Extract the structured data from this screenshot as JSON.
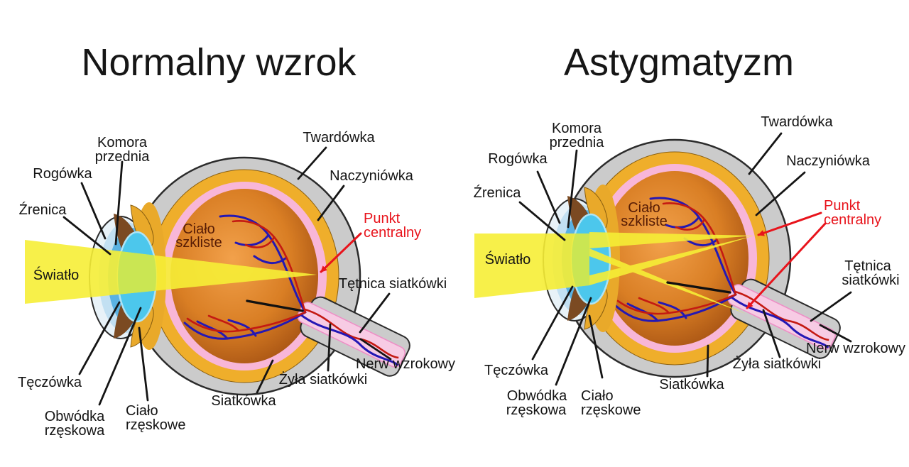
{
  "figure": {
    "panels": [
      {
        "title": "Normalny wzrok",
        "labels": {
          "komora_przednia": [
            "Komora",
            "przednia"
          ],
          "rogowka": "Rogówka",
          "zrenica": "Źrenica",
          "swiatlo": "Światło",
          "cialo_szkliste": [
            "Ciało",
            "szkliste"
          ],
          "twardowka": "Twardówka",
          "naczyniowka": "Naczyniówka",
          "punkt_centralny": [
            "Punkt",
            "centralny"
          ],
          "tetnica_siatkowki": [
            "Tętnica siatkówki"
          ],
          "nerw_wzrokowy": "Nerw wzrokowy",
          "zyla_siatkowki": "Żyła siatkówki",
          "siatkowka": "Siatkówka",
          "teczowka": "Tęczówka",
          "obwodka_rzeskowa": [
            "Obwódka",
            "rzęskowa"
          ],
          "cialo_rzeskowe": [
            "Ciało",
            "rzęskowe"
          ]
        }
      },
      {
        "title": "Astygmatyzm",
        "labels": {
          "komora_przednia": [
            "Komora",
            "przednia"
          ],
          "rogowka": "Rogówka",
          "zrenica": "Źrenica",
          "swiatlo": "Światło",
          "cialo_szkliste": [
            "Ciało",
            "szkliste"
          ],
          "twardowka": "Twardówka",
          "naczyniowka": "Naczyniówka",
          "punkt_centralny": [
            "Punkt",
            "centralny"
          ],
          "tetnica_siatkowki": [
            "Tętnica",
            "siatkówki"
          ],
          "nerw_wzrokowy": "Nerw wzrokowy",
          "zyla_siatkowki": "Żyła siatkówki",
          "siatkowka": "Siatkówka",
          "teczowka": "Tęczówka",
          "obwodka_rzeskowa": [
            "Obwódka",
            "rzęskowa"
          ],
          "cialo_rzeskowe": [
            "Ciało",
            "rzęskowe"
          ]
        }
      }
    ],
    "colors": {
      "background": "#ffffff",
      "label_text": "#141414",
      "accent_red": "#e8141c",
      "sclera_gray": "#cbcbcb",
      "choroid_gold": "#efae2b",
      "retina_pink": "#f8b6d8",
      "vitreous_center": "#f2a14b",
      "vitreous_edge": "#9c4a10",
      "light_beam_yellow": "#f6ee36",
      "lens_cyan": "#4cc7ec",
      "lens_light_green": "#c8e654",
      "iris_brown": "#7b4a22",
      "ciliary_gold": "#e9a92a",
      "cornea_blue": "#5ab2e2",
      "vein_blue": "#2418b4",
      "artery_red": "#c41a12",
      "nerve_channel_pink": "#f7cbe4"
    }
  }
}
